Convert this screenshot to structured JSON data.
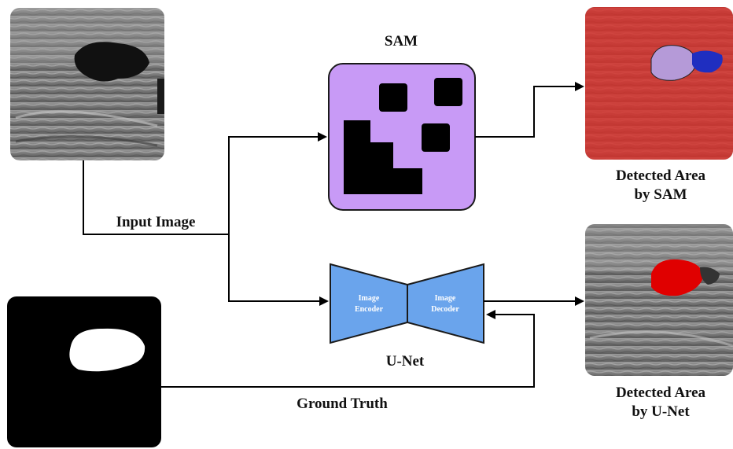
{
  "labels": {
    "sam": "SAM",
    "unet": "U-Net",
    "input_image": "Input Image",
    "ground_truth": "Ground Truth",
    "detected_sam_line1": "Detected Area",
    "detected_sam_line2": "by SAM",
    "detected_unet_line1": "Detected Area",
    "detected_unet_line2": "by U-Net",
    "image_encoder_line1": "Image",
    "image_encoder_line2": "Encoder",
    "image_decoder_line1": "Image",
    "image_decoder_line2": "Decoder"
  },
  "colors": {
    "sam_box_fill": "#c89af6",
    "sam_box_stroke": "#1a1a1a",
    "unet_fill": "#6aa4ec",
    "unet_stroke": "#1a1a1a",
    "arrow": "#000000",
    "sam_overlay": "#d9302a",
    "sam_region": "#b59ad8",
    "sam_region_blue": "#1f2ec0",
    "unet_region": "#e00000"
  }
}
